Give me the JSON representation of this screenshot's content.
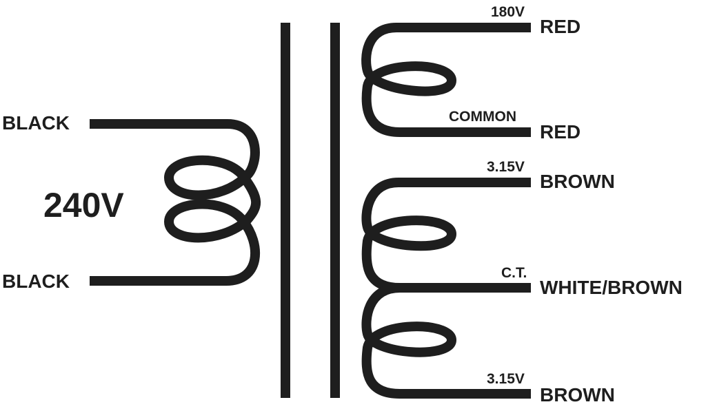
{
  "diagram": {
    "stroke_color": "#1e1e1e",
    "primary": {
      "voltage": "240V",
      "top_wire": "BLACK",
      "bottom_wire": "BLACK"
    },
    "secondary_hv": {
      "top_tap": "180V",
      "top_wire": "RED",
      "bottom_tap": "COMMON",
      "bottom_wire": "RED"
    },
    "secondary_heater": {
      "top_tap": "3.15V",
      "top_wire": "BROWN",
      "center_tap": "C.T.",
      "center_wire": "WHITE/BROWN",
      "bottom_tap": "3.15V",
      "bottom_wire": "BROWN"
    }
  }
}
